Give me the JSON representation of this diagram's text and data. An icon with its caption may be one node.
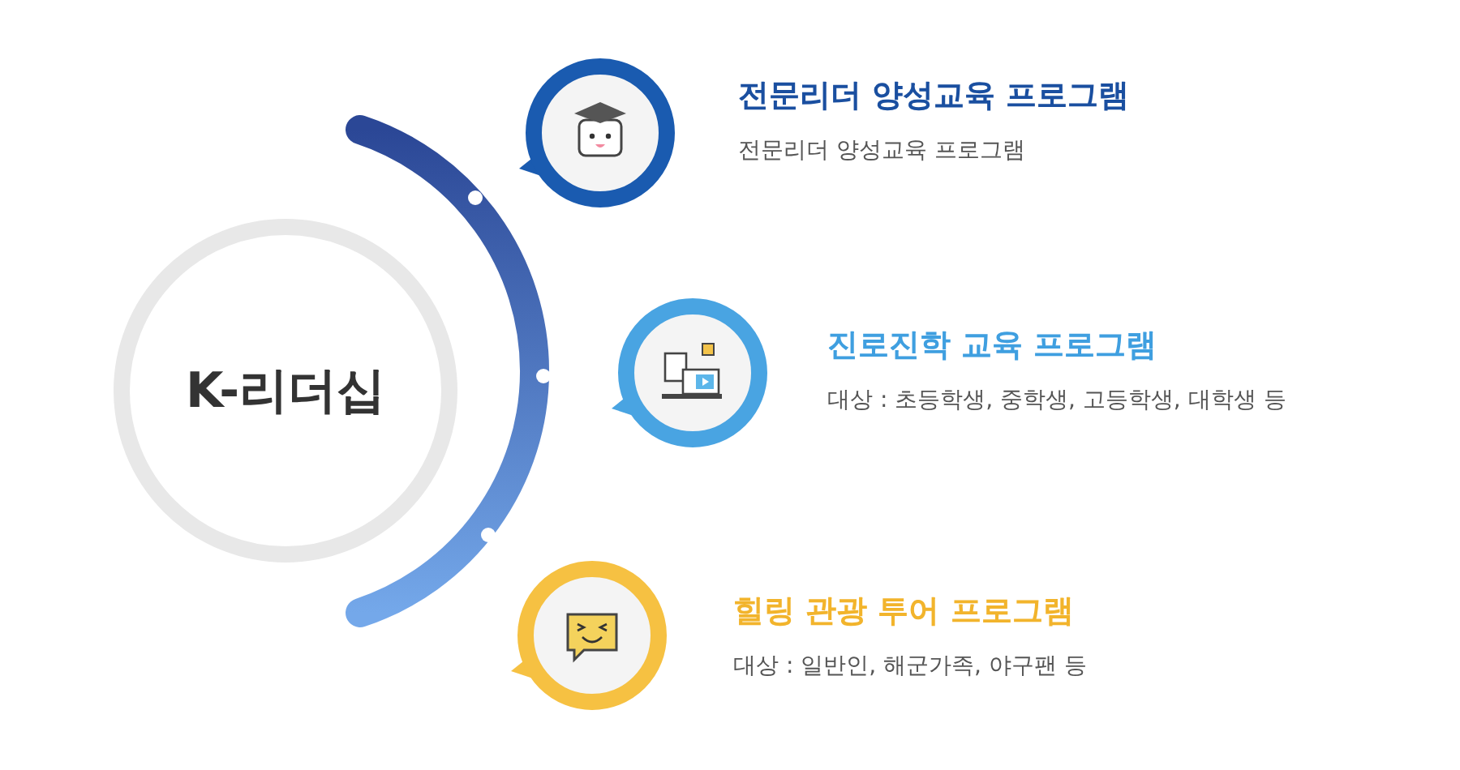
{
  "diagram": {
    "nodes": [
      {
        "text": [
          "K-리더십"
        ]
      },
      {
        "text": [
          "전문리더 양성교육 프로그램",
          "전문리더 양성교육 프로그램"
        ]
      },
      {
        "text": [
          "진로진학 교육 프로그램",
          "대상 : 초등학생, 중학생, 고등학생, 대학생 등"
        ]
      },
      {
        "text": [
          "힐링 관광 투어 프로그램",
          "대상 : 일반인, 해군가족, 야구팬 등"
        ]
      }
    ]
  }
}
